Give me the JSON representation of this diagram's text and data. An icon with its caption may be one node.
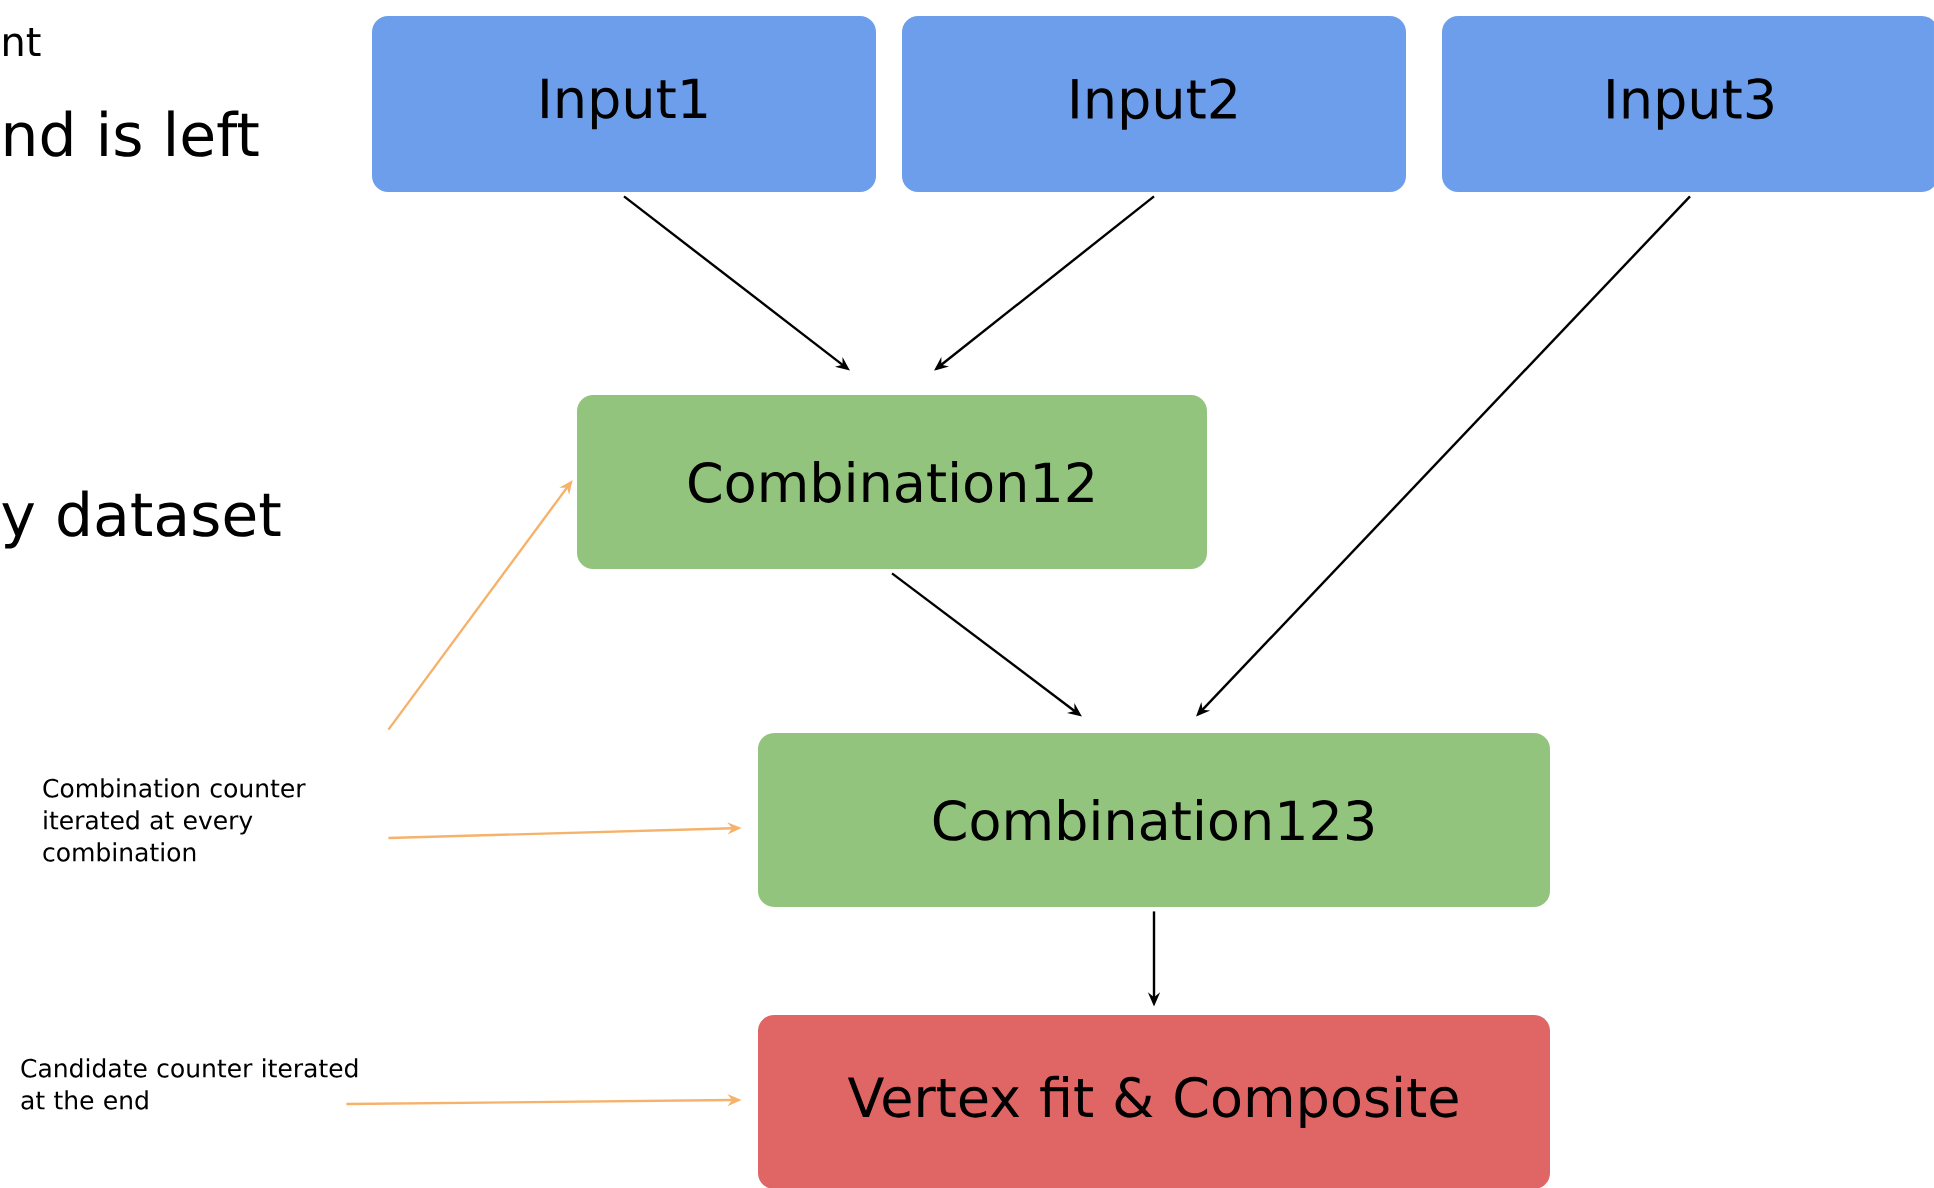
{
  "diagram": {
    "nodes": [
      {
        "text": [
          "Input1"
        ]
      },
      {
        "text": [
          "Input2"
        ]
      },
      {
        "text": [
          "Input3"
        ]
      },
      {
        "text": [
          "Combination12"
        ]
      },
      {
        "text": [
          "Combination123"
        ]
      },
      {
        "text": [
          "Vertex fit & Composite"
        ]
      },
      {
        "text": [
          "Combination counter iterated at every combination"
        ]
      },
      {
        "text": [
          "Candidate counter iterated at the end"
        ]
      }
    ],
    "edges": [
      {
        "from": 0,
        "to": 3,
        "arrow": "to"
      },
      {
        "from": 1,
        "to": 3,
        "arrow": "to"
      },
      {
        "from": 3,
        "to": 4,
        "arrow": "to"
      },
      {
        "from": 2,
        "to": 4,
        "arrow": "to"
      },
      {
        "from": 4,
        "to": 5,
        "arrow": "to"
      },
      {
        "from": 6,
        "to": 3,
        "arrow": "to",
        "color": "#f6b26b"
      },
      {
        "from": 6,
        "to": 4,
        "arrow": "to",
        "color": "#f6b26b"
      },
      {
        "from": 7,
        "to": 5,
        "arrow": "to",
        "color": "#f6b26b"
      }
    ],
    "labels": [
      "nt",
      "nd is left",
      "y dataset"
    ]
  }
}
